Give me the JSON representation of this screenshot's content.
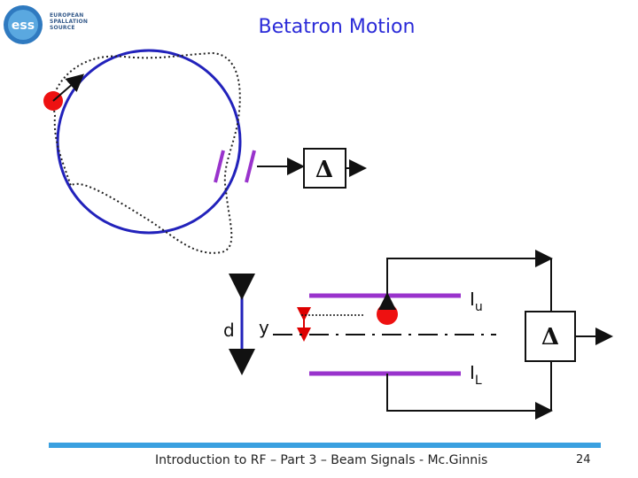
{
  "slide": {
    "title": "Betatron Motion",
    "footer": "Introduction to RF – Part 3 – Beam Signals - Mc.Ginnis",
    "page_number": "24"
  },
  "logo": {
    "mark": "ess",
    "lines": [
      "EUROPEAN",
      "SPALLATION",
      "SOURCE"
    ]
  },
  "diagram": {
    "delta_symbol_top": "Δ",
    "delta_symbol_bottom": "Δ",
    "label_d": "d",
    "label_y": "y",
    "label_iu_main": "I",
    "label_iu_sub": "u",
    "label_il_main": "I",
    "label_il_sub": "L"
  },
  "colors": {
    "ring": "#2222bb",
    "pickup_plate": "#9933cc",
    "beam": "#ee1111",
    "footer_bar": "#3aa0e0",
    "arrow_red": "#dd0000"
  }
}
